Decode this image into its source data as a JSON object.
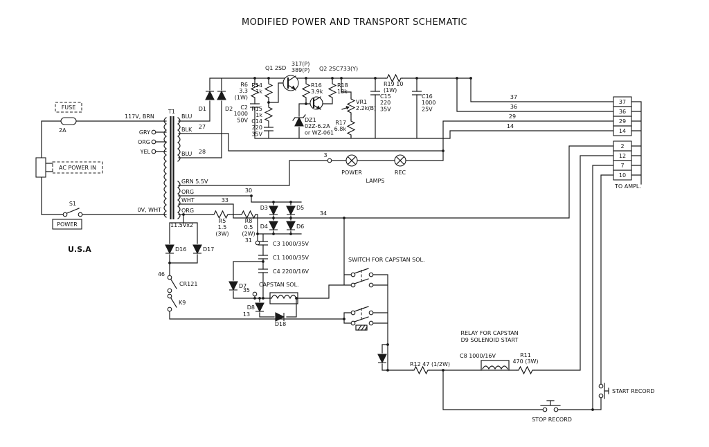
{
  "title": "MODIFIED POWER AND TRANSPORT SCHEMATIC",
  "power_input": {
    "fuse_box": "FUSE",
    "fuse_rating": "2A",
    "ac_power_in": "AC POWER IN",
    "power_label": "POWER",
    "s1": "S1",
    "country": "U.S.A",
    "line_hot": "117V, BRN",
    "tap_gry": "GRY",
    "tap_org": "ORG",
    "tap_yel": "YEL",
    "line_neutral": "0V, WHT"
  },
  "transformer": {
    "name": "T1",
    "sec_blu_top": "BLU",
    "node_27": "27",
    "sec_blk": "BLK",
    "node_28": "28",
    "sec_blu_bot": "BLU",
    "sec_grn": "GRN  5.5V",
    "sec_org1": "ORG",
    "sec_wht": "WHT",
    "sec_org2": "ORG",
    "rating": "11.5Vx2"
  },
  "regulator": {
    "q1_label": "Q1 2SD",
    "q1_types": "317(P)\n389(P)",
    "q2_label": "Q2  2SC733(Y)",
    "d1": "D1",
    "d2": "D2",
    "r6": "R6\n3.3\n(1W)",
    "c2": "C2\n1000\n50V",
    "r14": "R14\n1k",
    "r15": "R15\n1k",
    "r16": "R16\n3.9k",
    "r18": "R18\n18k",
    "c14": "C14\n220\n35V",
    "dz1": "DZ1\n02Z-6.2A\nor WZ-061",
    "vr1": "VR1\n2.2k(B)",
    "r17": "R17\n6.8k",
    "c15": "C15\n220\n35V",
    "r19": "R19 10\n(1W)",
    "c16": "C16\n1000\n25V"
  },
  "lamps": {
    "node_3": "3",
    "power_lamp": "POWER",
    "rec_lamp": "REC",
    "caption": "LAMPS"
  },
  "bridge": {
    "node_30": "30",
    "node_33": "33",
    "node_31": "31",
    "node_34": "34",
    "d3": "D3",
    "d4": "D4",
    "d5": "D5",
    "d6": "D6",
    "r5": "R5\n1.5\n(3W)",
    "r8": "R8\n0.5\n(2W)",
    "c3": "C3 1000/35V",
    "c1": "C1 1000/35V",
    "c4": "C4 2200/16V"
  },
  "control": {
    "d16": "D16",
    "d17": "D17",
    "node_46": "46",
    "cr121": "CR121",
    "k9": "K9",
    "d7": "D7",
    "node_35": "35",
    "node_13": "13",
    "capstan_sol": "CAPSTAN SOL.",
    "d8": "D8",
    "d18": "D18",
    "switch_caption": "SWITCH FOR CAPSTAN SOL.",
    "relay_caption_1": "RELAY FOR CAPSTAN",
    "relay_caption_2": "D9 SOLENOID START",
    "c8": "C8 1000/16V",
    "r12": "R12  47 (1/2W)",
    "r11": "R11\n470 (3W)"
  },
  "outputs": {
    "w37": "37",
    "w36": "36",
    "w29": "29",
    "w14": "14",
    "terminals": [
      "37",
      "36",
      "29",
      "14",
      "2",
      "12",
      "7",
      "10"
    ],
    "to_ampl": "TO AMPL."
  },
  "record": {
    "start": "START RECORD",
    "stop": "STOP RECORD"
  }
}
